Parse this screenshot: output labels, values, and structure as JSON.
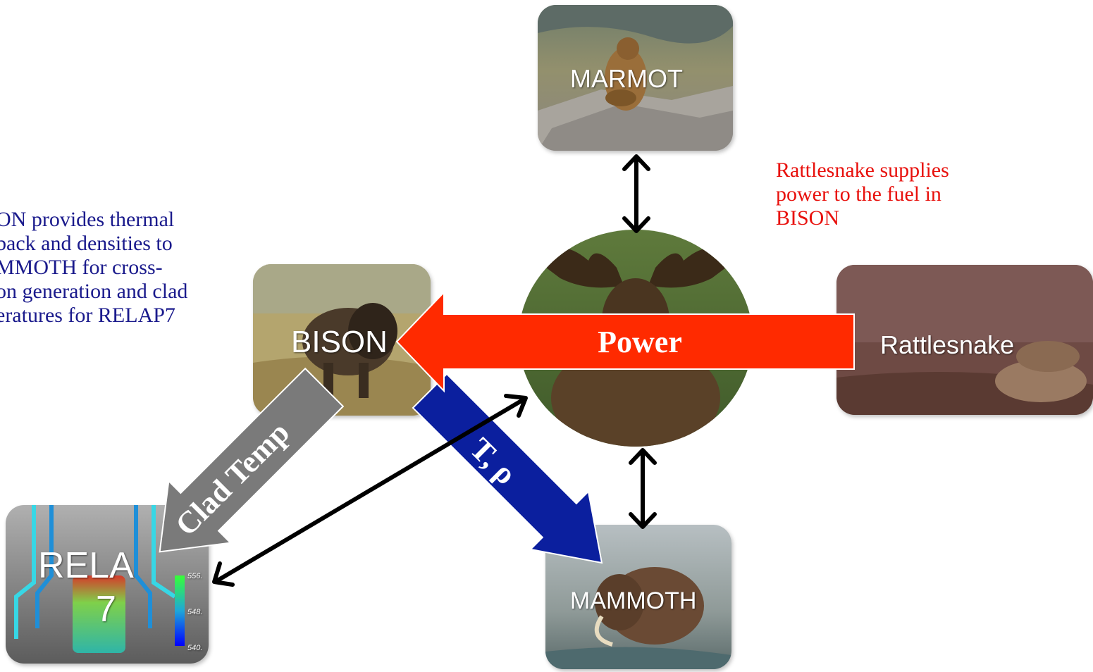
{
  "nodes": {
    "marmot": {
      "label": "MARMOT"
    },
    "bison": {
      "label": "BISON"
    },
    "rattlesnake": {
      "label": "Rattlesnake"
    },
    "mammoth": {
      "label": "MAMMOTH"
    },
    "relap7": {
      "label_line1": "RELA",
      "label_line2": "7",
      "scale_values": [
        "556.",
        "548.",
        "540."
      ]
    }
  },
  "notes": {
    "bison_note": [
      "ON provides thermal",
      "back and densities to",
      "MMOTH for cross-",
      "on generation and clad",
      "eratures for RELAP7"
    ],
    "bison_note_color": "#1a1a8c",
    "rattlesnake_note": [
      "Rattlesnake supplies",
      "power to the fuel in",
      "BISON"
    ],
    "rattlesnake_note_color": "#e8100c"
  },
  "arrows": {
    "power": {
      "label": "Power",
      "color": "#ff2a00"
    },
    "clad_temp": {
      "label": "Clad Temp",
      "color": "#7a7a7a"
    },
    "t_rho": {
      "label": "T, ρ",
      "color": "#0b1f9e"
    }
  },
  "colors": {
    "double_arrow": "#000000"
  }
}
